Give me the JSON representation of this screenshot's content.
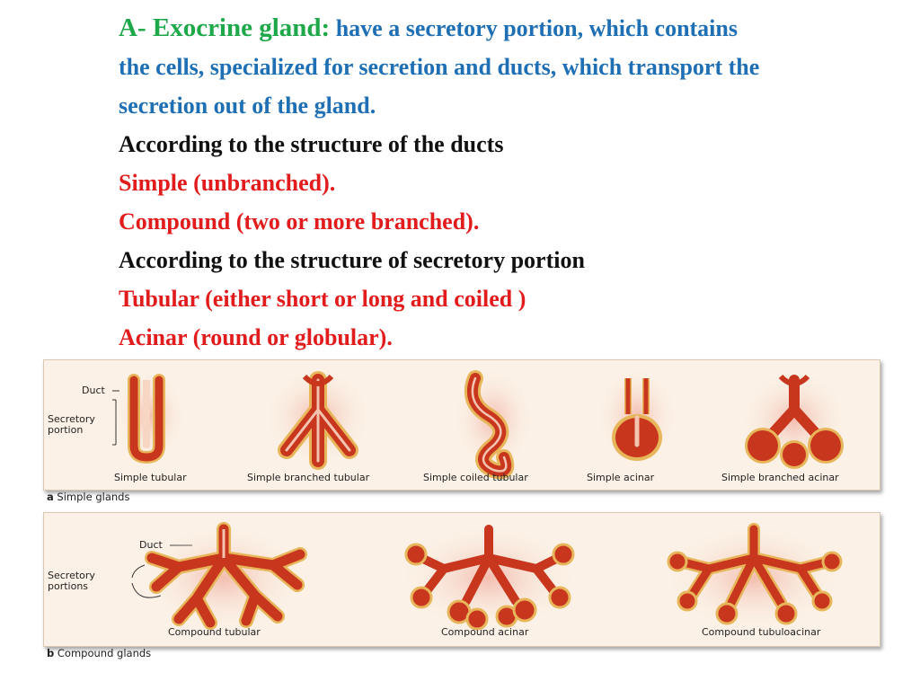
{
  "heading": {
    "title": "A- Exocrine gland:",
    "desc1": " have a secretory portion, which contains",
    "desc2": "the cells, specialized for secretion and ducts, which transport the",
    "desc3": "secretion out of the gland."
  },
  "duct_criterion": "According to the  structure of the ducts",
  "duct_types": [
    "Simple (unbranched).",
    "Compound (two or more branched)."
  ],
  "portion_criterion": "According to  the structure of secretory portion",
  "portion_types": [
    "Tubular (either short or long and coiled )",
    "Acinar (round or globular)."
  ],
  "figure": {
    "simple": {
      "caption_letter": "a",
      "caption": " Simple glands",
      "label_duct": "Duct",
      "label_secretory": "Secretory\nportion",
      "items": [
        "Simple tubular",
        "Simple branched tubular",
        "Simple coiled tubular",
        "Simple acinar",
        "Simple branched acinar"
      ]
    },
    "compound": {
      "caption_letter": "b",
      "caption": " Compound glands",
      "label_duct": "Duct",
      "label_secretory": "Secretory\nportions",
      "items": [
        "Compound tubular",
        "Compound acinar",
        "Compound tubuloacinar"
      ]
    }
  },
  "colors": {
    "title_green": "#1ea84a",
    "desc_blue": "#1f6fb4",
    "type_red": "#e21c1c",
    "gland_red": "#c8361e",
    "gland_edge": "#e8b65a",
    "panel_bg": "#fbf1e6"
  }
}
